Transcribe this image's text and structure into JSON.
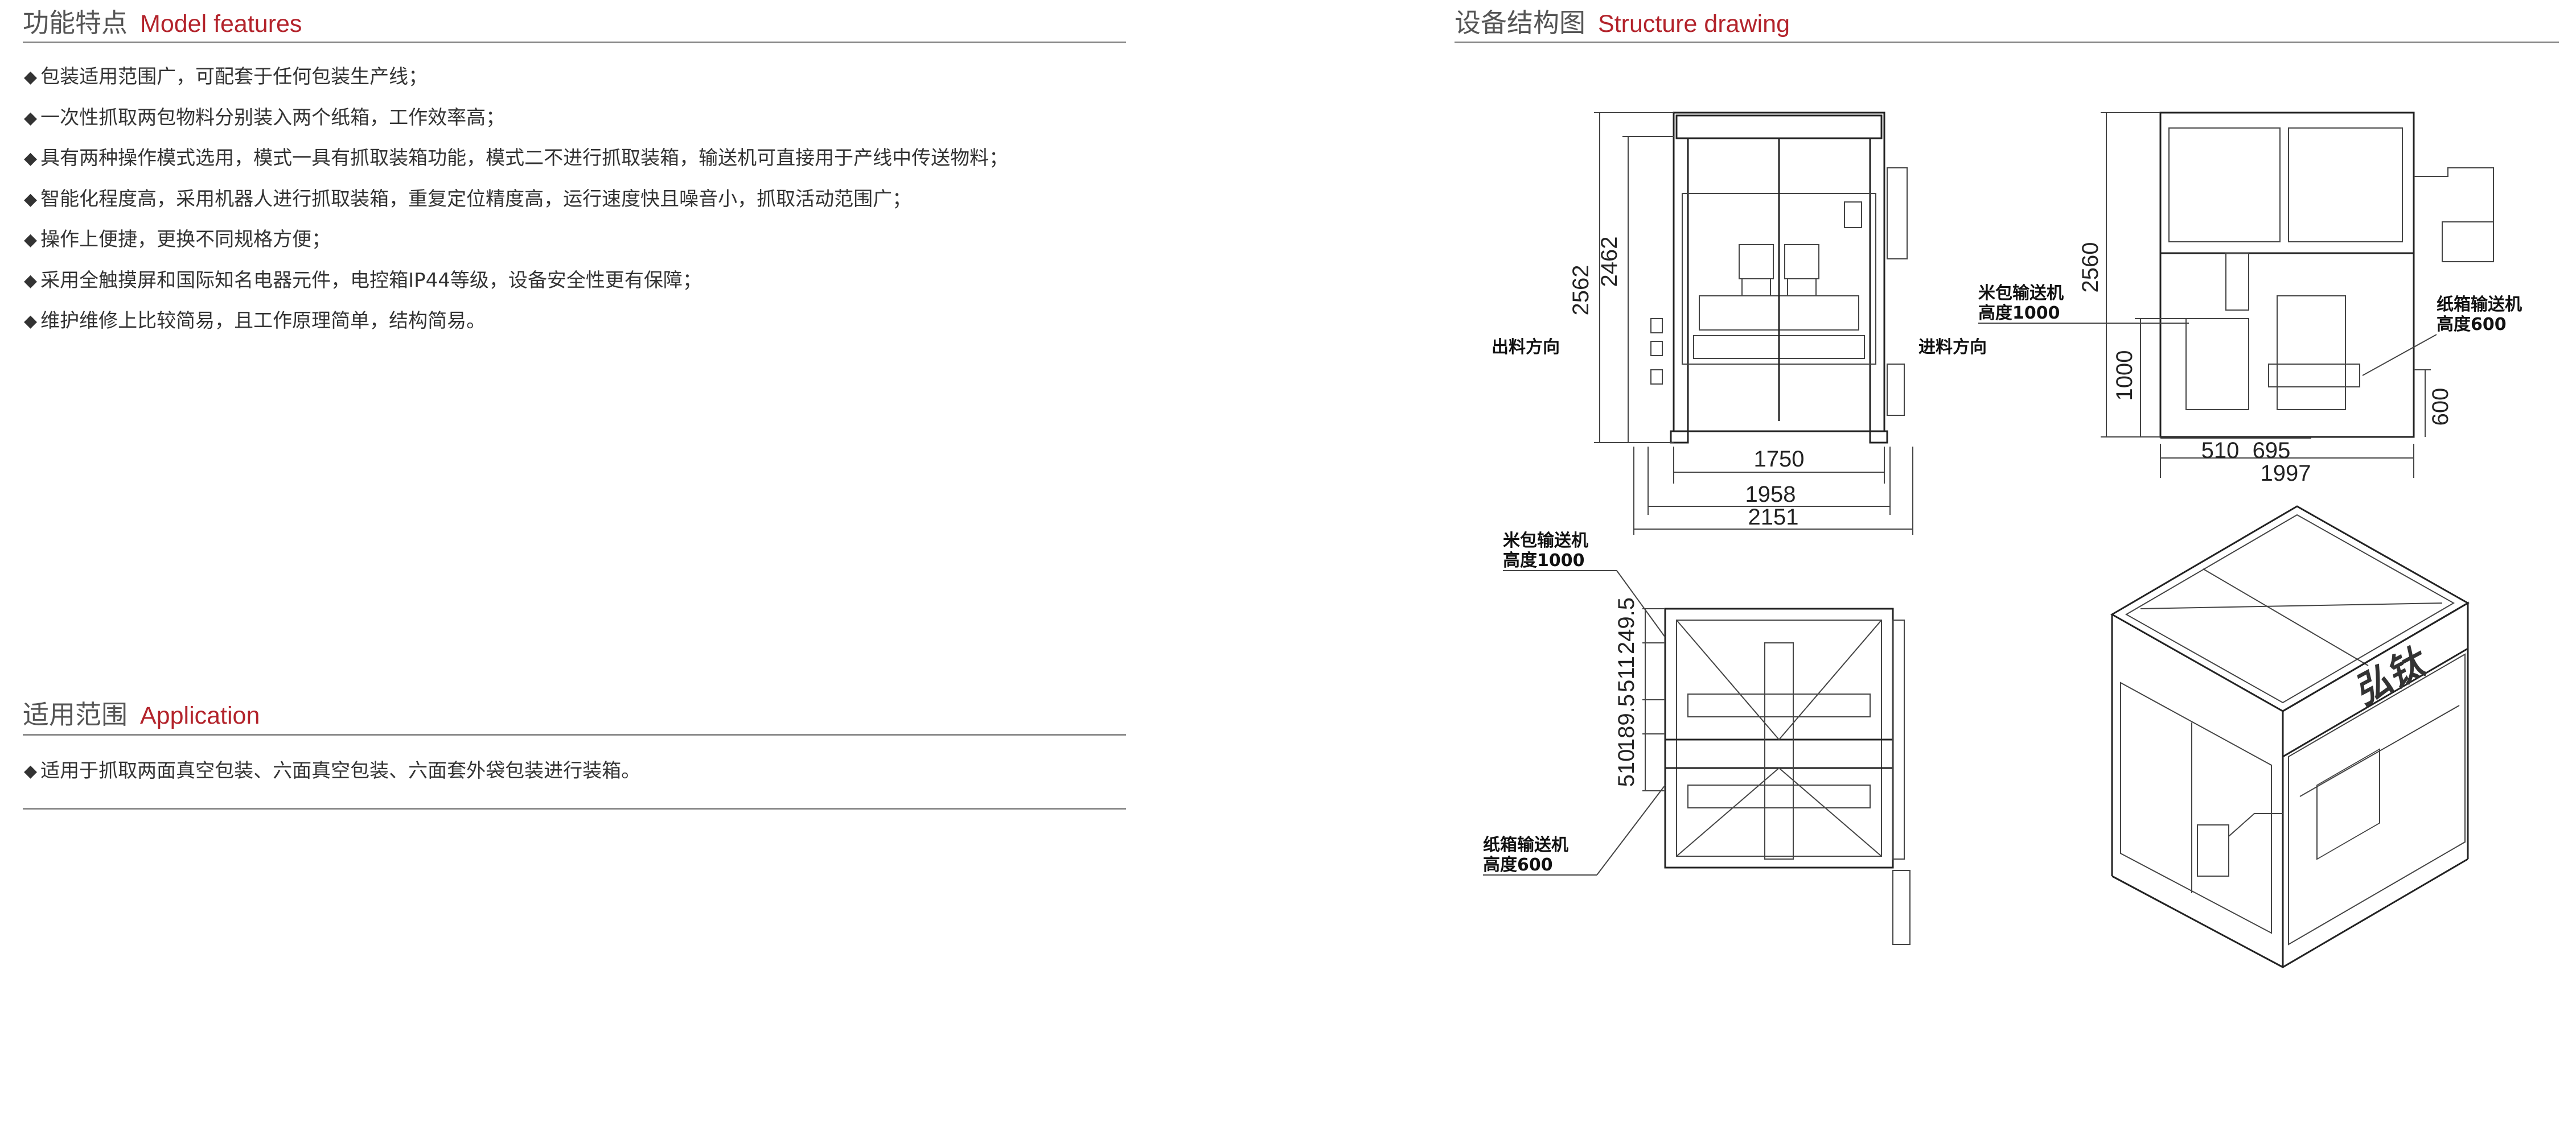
{
  "features": {
    "title_cn": "功能特点",
    "title_en": "Model features",
    "items": [
      "包装适用范围广，可配套于任何包装生产线；",
      "一次性抓取两包物料分别装入两个纸箱，工作效率高；",
      "具有两种操作模式选用，模式一具有抓取装箱功能，模式二不进行抓取装箱，输送机可直接用于产线中传送物料；",
      "智能化程度高，采用机器人进行抓取装箱，重复定位精度高，运行速度快且噪音小，抓取活动范围广；",
      "操作上便捷，更换不同规格方便；",
      "采用全触摸屏和国际知名电器元件，电控箱IP44等级，设备安全性更有保障；",
      "维护维修上比较简易，且工作原理简单，结构简易。"
    ]
  },
  "application": {
    "title_cn": "适用范围",
    "title_en": "Application",
    "items": [
      "适用于抓取两面真空包装、六面真空包装、六面套外袋包装进行装箱。"
    ]
  },
  "structure": {
    "title_cn": "设备结构图",
    "title_en": "Structure drawing",
    "front": {
      "h_outer": "2562",
      "h_inner": "2462",
      "w1": "1750",
      "w2": "1958",
      "w3": "2151",
      "left_label": "出料方向",
      "right_label": "进料方向"
    },
    "side": {
      "height": "2560",
      "h1000": "1000",
      "h600": "600",
      "w510": "510",
      "w695": "695",
      "w1997": "1997",
      "label_rice_1": "米包输送机",
      "label_rice_2": "高度1000",
      "label_box_1": "纸箱输送机",
      "label_box_2": "高度600"
    },
    "top": {
      "d1": "249.5",
      "d2": "511",
      "d3": "189.5",
      "d4": "510",
      "label_rice_1": "米包输送机",
      "label_rice_2": "高度1000",
      "label_box_1": "纸箱输送机",
      "label_box_2": "高度600"
    },
    "iso": {
      "logo_text": "弘钛"
    }
  },
  "bullet_symbol": "◆",
  "colors": {
    "accent": "#b3232b",
    "rule": "#8a8a8a",
    "text": "#333333"
  }
}
